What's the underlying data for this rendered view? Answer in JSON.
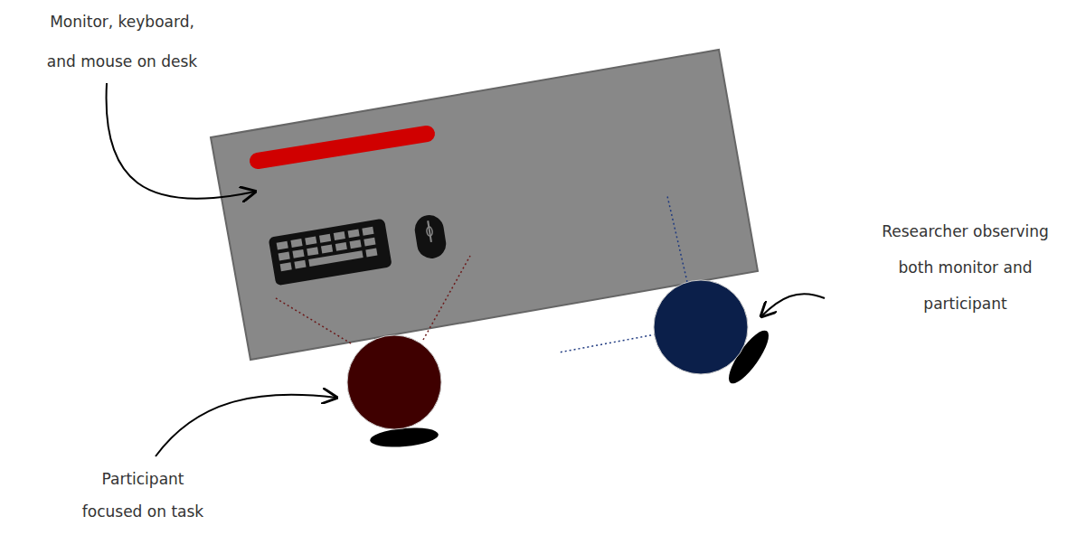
{
  "diagram": {
    "labels": [
      "Monitor, keyboard, and mouse on desk",
      "Researcher observing both monitor and participant",
      "Participant focused on task"
    ]
  }
}
